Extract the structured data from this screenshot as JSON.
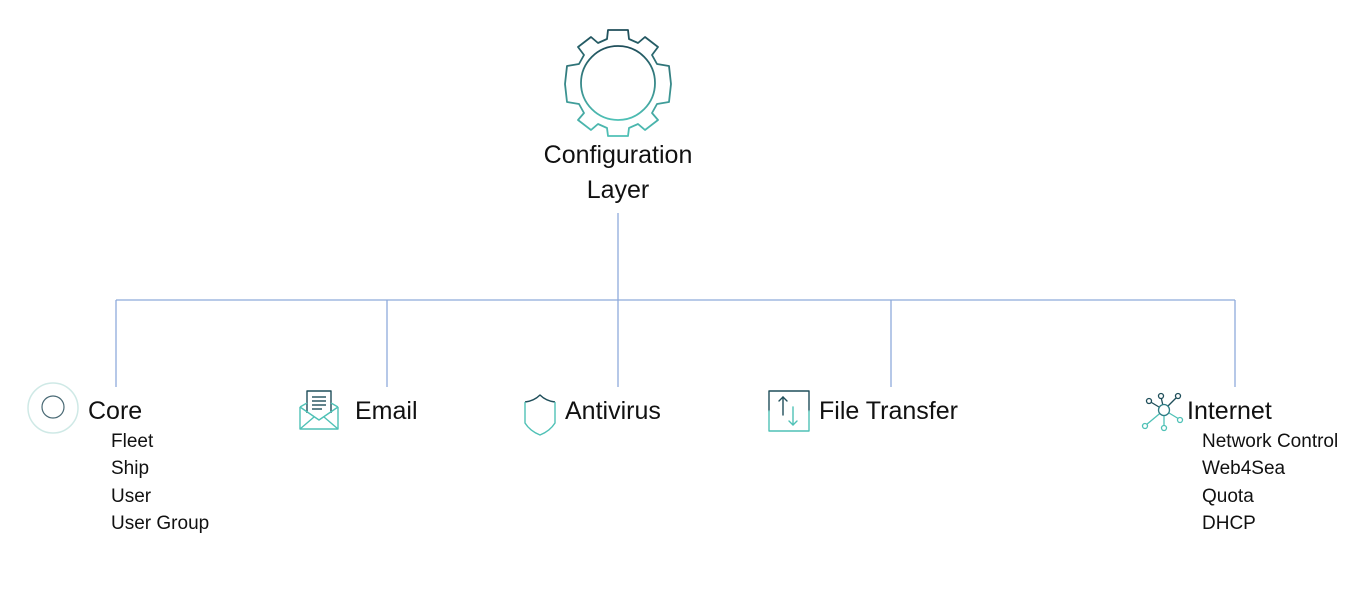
{
  "root": {
    "icon": "gear-icon",
    "title_line1": "Configuration",
    "title_line2": "Layer"
  },
  "colors": {
    "connector": "#8eaadb",
    "icon_dark": "#1f4e5a",
    "icon_teal": "#4fc1b6",
    "text": "#111111"
  },
  "nodes": [
    {
      "id": "core",
      "icon": "circle-icon",
      "label": "Core",
      "items": [
        "Fleet",
        "Ship",
        "User",
        "User Group"
      ]
    },
    {
      "id": "email",
      "icon": "envelope-icon",
      "label": "Email",
      "items": []
    },
    {
      "id": "antivirus",
      "icon": "shield-icon",
      "label": "Antivirus",
      "items": []
    },
    {
      "id": "file-transfer",
      "icon": "transfer-icon",
      "label": "File Transfer",
      "items": []
    },
    {
      "id": "internet",
      "icon": "network-icon",
      "label": "Internet",
      "items": [
        "Network Control",
        "Web4Sea",
        "Quota",
        "DHCP"
      ]
    }
  ]
}
